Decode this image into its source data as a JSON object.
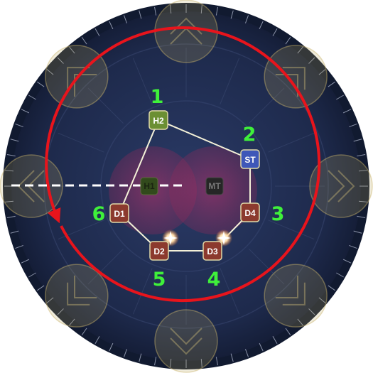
{
  "arena": {
    "floor_color": "#1f2b4d",
    "rim_color": "#0d1426"
  },
  "rotation": {
    "direction": "counterclockwise",
    "color": "#e8141c"
  },
  "ghost_tokens": [
    {
      "label": "H1",
      "color": "#3f5d22"
    },
    {
      "label": "MT",
      "color": "#323232"
    }
  ],
  "markers": [
    {
      "label": "H2",
      "role": "healer",
      "color": "#6b8f33",
      "step": "1"
    },
    {
      "label": "ST",
      "role": "tank",
      "color": "#3e57b8",
      "step": "2"
    },
    {
      "label": "D4",
      "role": "dps",
      "color": "#8c3a2e",
      "step": "3"
    },
    {
      "label": "D3",
      "role": "dps",
      "color": "#8c3a2e",
      "step": "4"
    },
    {
      "label": "D2",
      "role": "dps",
      "color": "#8c3a2e",
      "step": "5"
    },
    {
      "label": "D1",
      "role": "dps",
      "color": "#8c3a2e",
      "step": "6"
    }
  ],
  "step_label_color": "#3ff03a",
  "sparkle_icons": [
    "sparkle-icon",
    "sparkle-icon"
  ]
}
